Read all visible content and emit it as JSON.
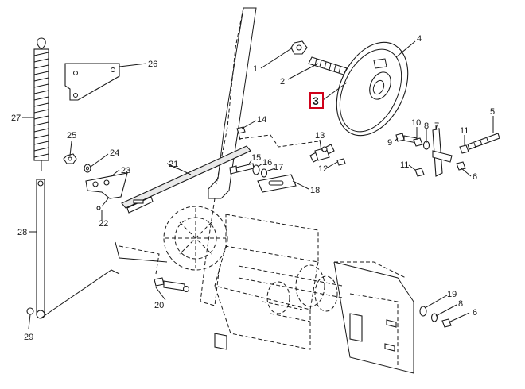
{
  "diagram": {
    "callouts": [
      {
        "id": "1",
        "text": "1"
      },
      {
        "id": "2",
        "text": "2"
      },
      {
        "id": "3",
        "text": "3"
      },
      {
        "id": "4",
        "text": "4"
      },
      {
        "id": "5",
        "text": "5"
      },
      {
        "id": "6a",
        "text": "6"
      },
      {
        "id": "6b",
        "text": "6"
      },
      {
        "id": "7",
        "text": "7"
      },
      {
        "id": "8a",
        "text": "8"
      },
      {
        "id": "8b",
        "text": "8"
      },
      {
        "id": "9",
        "text": "9"
      },
      {
        "id": "10",
        "text": "10"
      },
      {
        "id": "11a",
        "text": "11"
      },
      {
        "id": "11b",
        "text": "11"
      },
      {
        "id": "12",
        "text": "12"
      },
      {
        "id": "13",
        "text": "13"
      },
      {
        "id": "14",
        "text": "14"
      },
      {
        "id": "15",
        "text": "15"
      },
      {
        "id": "16",
        "text": "16"
      },
      {
        "id": "17",
        "text": "17"
      },
      {
        "id": "18",
        "text": "18"
      },
      {
        "id": "19",
        "text": "19"
      },
      {
        "id": "20",
        "text": "20"
      },
      {
        "id": "21",
        "text": "21"
      },
      {
        "id": "22",
        "text": "22"
      },
      {
        "id": "23",
        "text": "23"
      },
      {
        "id": "24",
        "text": "24"
      },
      {
        "id": "25",
        "text": "25"
      },
      {
        "id": "26",
        "text": "26"
      },
      {
        "id": "27",
        "text": "27"
      },
      {
        "id": "28",
        "text": "28"
      },
      {
        "id": "29",
        "text": "29"
      }
    ],
    "highlighted_callout": "3",
    "colors": {
      "line": "#1a1a1a",
      "highlight": "#d0021b",
      "background": "#ffffff"
    }
  }
}
